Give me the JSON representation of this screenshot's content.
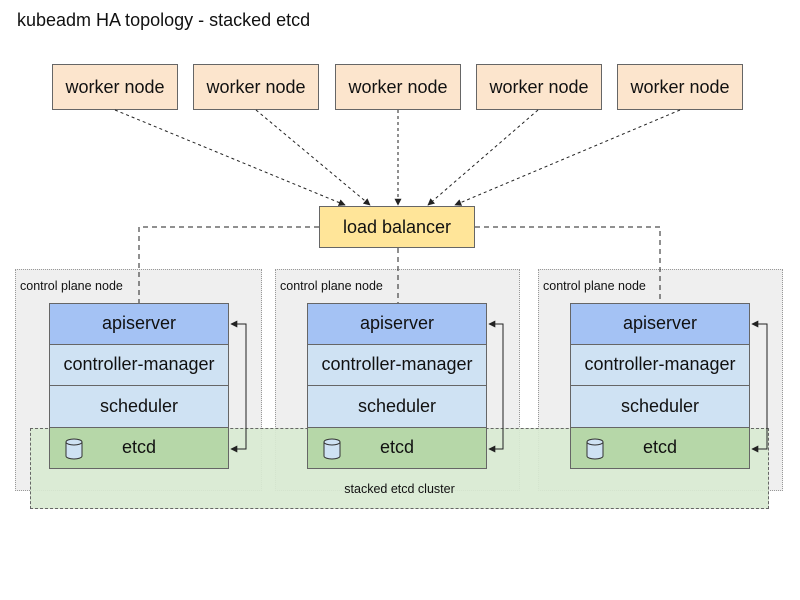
{
  "title": "kubeadm HA topology - stacked etcd",
  "workers": [
    "worker node",
    "worker node",
    "worker node",
    "worker node",
    "worker node"
  ],
  "load_balancer": "load balancer",
  "control_plane_label": "control plane node",
  "etcd_cluster_label": "stacked etcd cluster",
  "components": {
    "apiserver": "apiserver",
    "controller_manager": "controller-manager",
    "scheduler": "scheduler",
    "etcd": "etcd"
  },
  "icons": {
    "etcd": "database-icon"
  },
  "colors": {
    "worker": "#fce5cd",
    "load_balancer": "#ffe599",
    "apiserver": "#a4c2f4",
    "controller_manager": "#cfe2f3",
    "scheduler": "#cfe2f3",
    "etcd": "#b6d7a8",
    "etcd_cluster": "#d9ead3",
    "control_plane": "#efefef"
  }
}
